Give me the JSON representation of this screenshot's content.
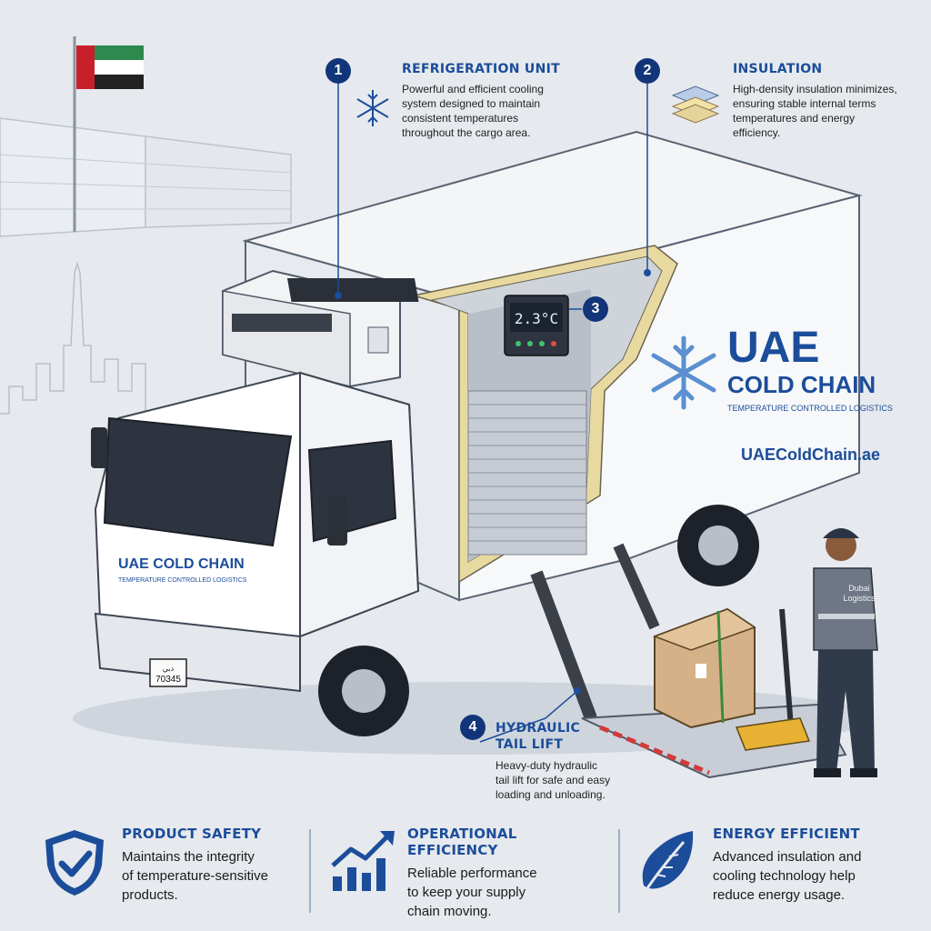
{
  "callouts": [
    {
      "number": "1",
      "title": "REFRIGERATION UNIT",
      "lines": [
        "Powerful and efficient cooling",
        "system designed to maintain",
        "consistent temperatures",
        "throughout the cargo area."
      ],
      "icon": "snowflake-icon"
    },
    {
      "number": "2",
      "title": "INSULATION",
      "lines": [
        "High-density insulation minimizes,",
        "ensuring stable internal terms",
        "temperatures and energy",
        "efficiency."
      ],
      "icon": "insulation-layers-icon"
    },
    {
      "number": "3",
      "title": "",
      "lines": []
    },
    {
      "number": "4",
      "title_lines": [
        "HYDRAULIC",
        "TAIL LIFT"
      ],
      "lines": [
        "Heavy-duty hydraulic",
        "tail lift for safe and easy",
        "loading and unloading."
      ]
    }
  ],
  "display": {
    "temperature": "2.3°C"
  },
  "branding": {
    "name_line1": "UAE",
    "name_line2": "COLD CHAIN",
    "tagline": "TEMPERATURE CONTROLLED LOGISTICS",
    "website": "UAEColdChain.ae",
    "cab_name": "UAE COLD CHAIN",
    "cab_tagline": "TEMPERATURE CONTROLLED LOGISTICS",
    "plate_top": "دبي",
    "plate_number": "70345",
    "worker_shirt_line1": "Dubai",
    "worker_shirt_line2": "Logistics"
  },
  "benefits": [
    {
      "title": "PRODUCT SAFETY",
      "lines": [
        "Maintains the integrity",
        "of temperature-sensitive",
        "products."
      ],
      "icon": "shield-check-icon"
    },
    {
      "title": "OPERATIONAL EFFICIENCY",
      "lines": [
        "Reliable performance",
        "to keep your supply",
        "chain moving."
      ],
      "icon": "growth-chart-icon"
    },
    {
      "title": "ENERGY EFFICIENT",
      "lines": [
        "Advanced insulation and",
        "cooling technology help",
        "reduce energy usage."
      ],
      "icon": "leaf-icon"
    }
  ],
  "colors": {
    "accent": "#1b4d9a",
    "badge": "#12357a",
    "background": "#e6e9ee",
    "insulation": "#e8d9a0"
  }
}
